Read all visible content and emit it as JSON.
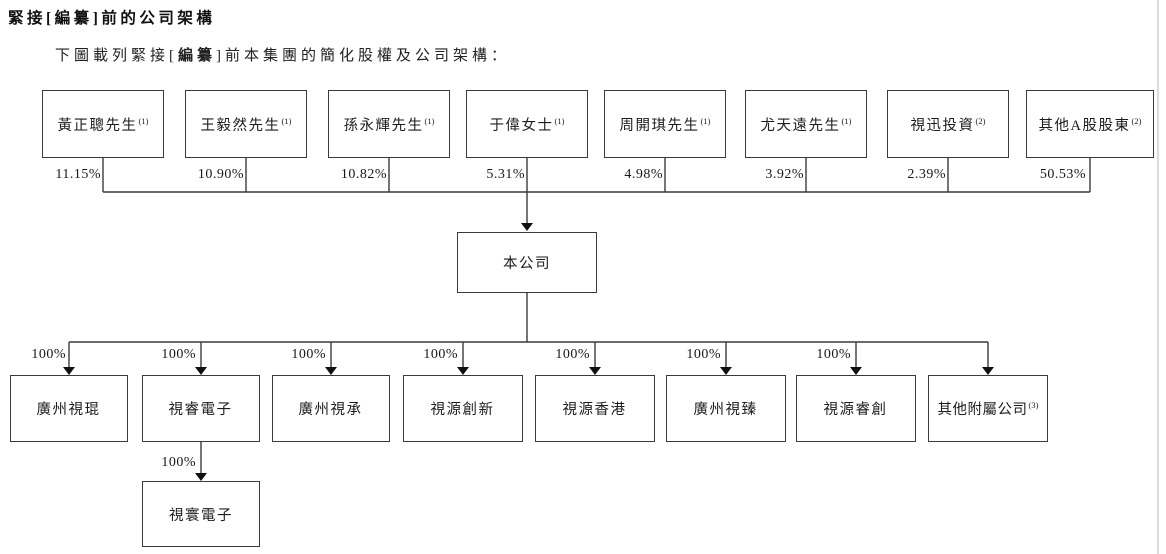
{
  "header": {
    "title": {
      "prefix": "緊接[",
      "redacted": "編纂",
      "suffix": "]前的公司架構"
    },
    "subtitle": {
      "prefix": "下圖載列緊接[",
      "redacted": "編纂",
      "suffix": "]前本集團的簡化股權及公司架構："
    }
  },
  "chart_data": {
    "type": "org-chart",
    "company": {
      "name": "本公司"
    },
    "shareholders": [
      {
        "name": "黃正聰先生",
        "note": "(1)",
        "percent": "11.15%"
      },
      {
        "name": "王毅然先生",
        "note": "(1)",
        "percent": "10.90%"
      },
      {
        "name": "孫永輝先生",
        "note": "(1)",
        "percent": "10.82%"
      },
      {
        "name": "于偉女士",
        "note": "(1)",
        "percent": "5.31%"
      },
      {
        "name": "周開琪先生",
        "note": "(1)",
        "percent": "4.98%"
      },
      {
        "name": "尤天遠先生",
        "note": "(1)",
        "percent": "3.92%"
      },
      {
        "name": "視迅投資",
        "note": "(2)",
        "percent": "2.39%"
      },
      {
        "name": "其他A股股東",
        "note": "(2)",
        "percent": "50.53%"
      }
    ],
    "subsidiaries": [
      {
        "name": "廣州視琨",
        "note": "",
        "percent": "100%"
      },
      {
        "name": "視睿電子",
        "note": "",
        "percent": "100%"
      },
      {
        "name": "廣州視承",
        "note": "",
        "percent": "100%"
      },
      {
        "name": "視源創新",
        "note": "",
        "percent": "100%"
      },
      {
        "name": "視源香港",
        "note": "",
        "percent": "100%"
      },
      {
        "name": "廣州視臻",
        "note": "",
        "percent": "100%"
      },
      {
        "name": "視源睿創",
        "note": "",
        "percent": "100%"
      },
      {
        "name": "其他附屬公司",
        "note": "(3)",
        "percent": ""
      }
    ],
    "sub_subsidiary": {
      "name": "視寰電子",
      "percent": "100%"
    }
  }
}
